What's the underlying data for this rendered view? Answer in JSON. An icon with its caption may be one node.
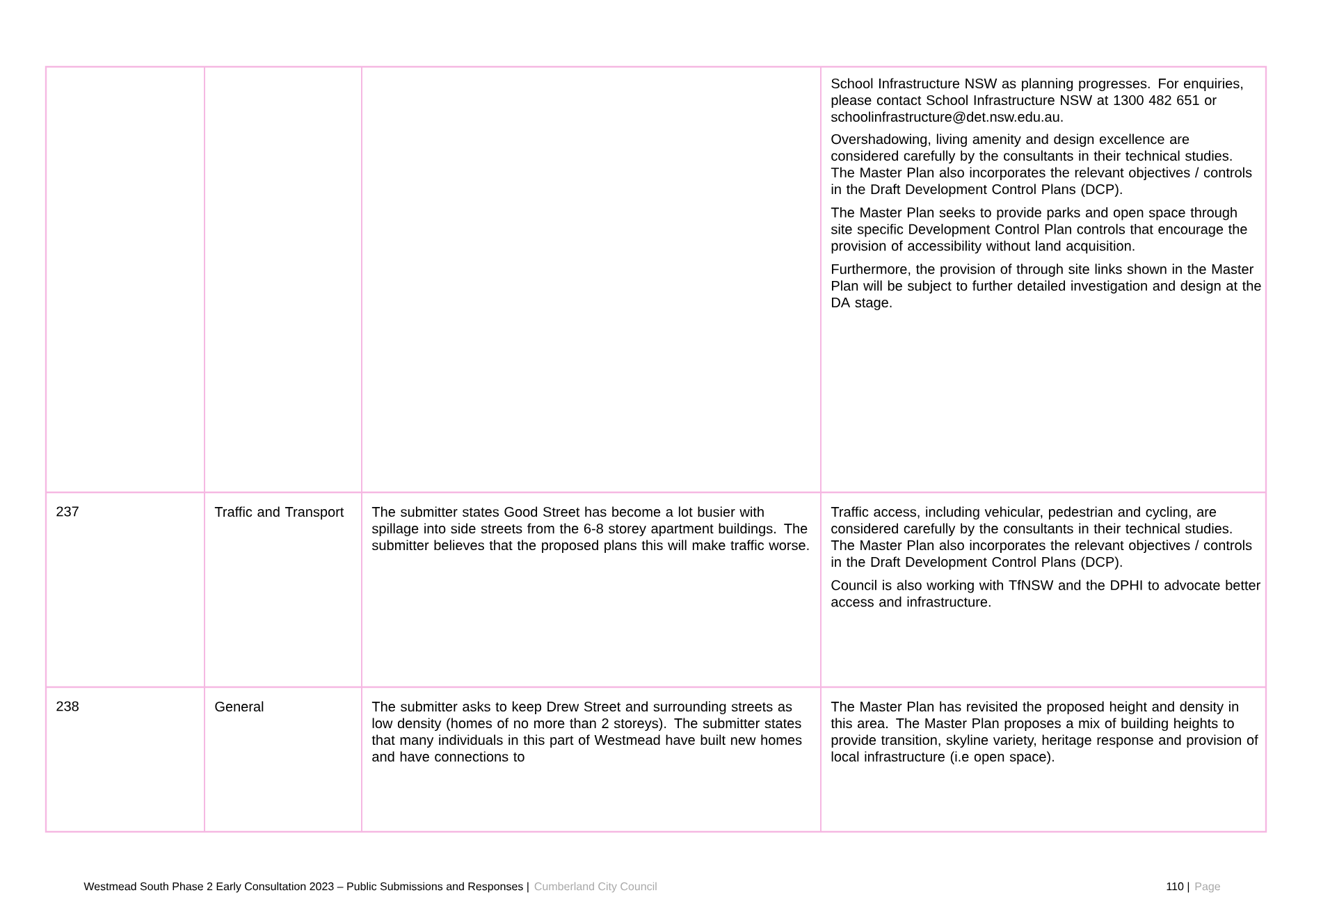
{
  "diagram": {
    "labels": [
      "School Infrastructure NSW as planning progresses. For enquiries, please contact School Infrastructure NSW at 1300 482 651 or schoolinfrastructure@det.nsw.edu.au.",
      "Overshadowing, living amenity and design excellence are considered carefully by the consultants in their technical studies. The Master Plan also incorporates the relevant objectives / controls in the Draft Development Control Plans (DCP).",
      "The Master Plan seeks to provide parks and open space through site specific Development Control Plan controls that encourage the provision of accessibility without land acquisition.",
      "Furthermore, the provision of through site links shown in the Master Plan will be subject to further detailed investigation and design at the DA stage.",
      "237",
      "Traffic and Transport",
      "The submitter states Good Street has become a lot busier with spillage into side streets from the 6-8 storey apartment buildings. The submitter believes that the proposed plans this will make traffic worse.",
      "Traffic access, including vehicular, pedestrian and cycling, are considered carefully by the consultants in their technical studies. The Master Plan also incorporates the relevant objectives / controls in the Draft Development Control Plans (DCP).",
      "Council is also working with TfNSW and the DPHI to advocate better access and infrastructure.",
      "238",
      "General",
      "The submitter asks to keep Drew Street and surrounding streets as low density (homes of no more than 2 storeys). The submitter states that many individuals in this part of Westmead have built new homes and have connections to",
      "The Master Plan has revisited the proposed height and density in this area. The Master Plan proposes a mix of building heights to provide transition, skyline variety, heritage response and provision of local infrastructure (i.e open space).",
      "Westmead South Phase 2 Early Consultation 2023 – Public Submissions and Responses |",
      "Cumberland City Council",
      "110 |",
      "Page"
    ]
  }
}
